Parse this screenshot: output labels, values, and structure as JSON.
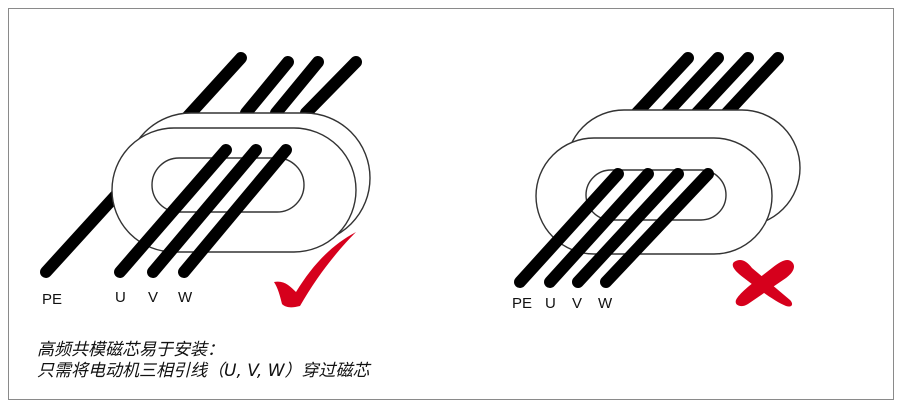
{
  "colors": {
    "wire": "#000000",
    "core_outline": "#333333",
    "correct_mark": "#d6001c",
    "wrong_mark": "#d6001c",
    "frame_border": "#8a8a8a"
  },
  "left_panel": {
    "labels": {
      "pe": "PE",
      "u": "U",
      "v": "V",
      "w": "W"
    },
    "status_icon": "checkmark-icon",
    "verdict": "correct"
  },
  "right_panel": {
    "labels": {
      "pe": "PE",
      "u": "U",
      "v": "V",
      "w": "W"
    },
    "status_icon": "cross-icon",
    "verdict": "wrong"
  },
  "caption": {
    "line1": "高频共模磁芯易于安装：",
    "line2": "只需将电动机三相引线（U, V, W）穿过磁芯"
  }
}
